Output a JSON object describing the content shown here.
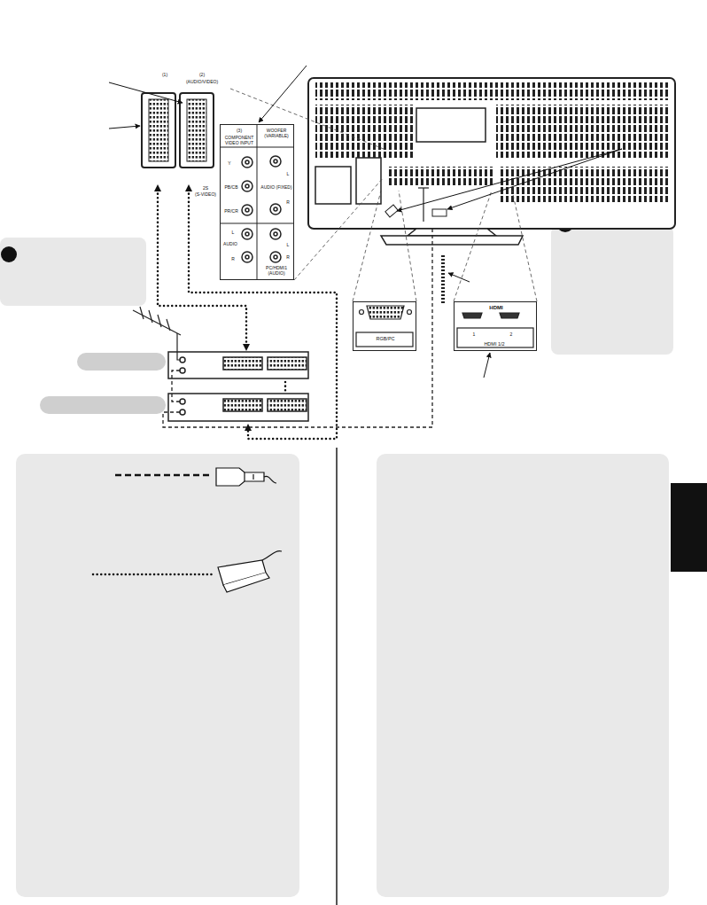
{
  "diagram": {
    "nodes": [
      {
        "text": [
          "(1)",
          "(2)",
          "(AUDIO/VIDEO)",
          "2S",
          "(S-VIDEO)"
        ]
      },
      {
        "text": [
          "(3)",
          "COMPONENT VIDEO INPUT",
          "Y",
          "PB/CB",
          "PR/CR",
          "L",
          "AUDIO",
          "R",
          "WOOFER (VARIABLE)",
          "L",
          "AUDIO (FIXED)",
          "R",
          "L",
          "R",
          "PC/HDMI1 (AUDIO)"
        ]
      },
      {
        "text": [
          "RGB/PC"
        ]
      },
      {
        "text": [
          "HDMI",
          "1",
          "2",
          "HDMI 1/2"
        ]
      }
    ]
  }
}
